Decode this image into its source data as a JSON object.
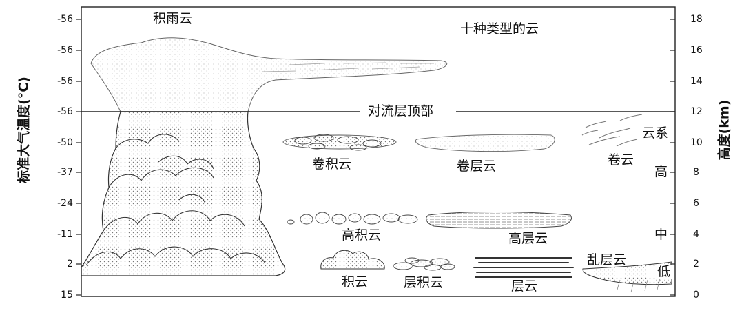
{
  "diagram": {
    "title": "十种类型的云",
    "tropopause_label": "对流层顶部",
    "left_axis": {
      "title": "标准大气温度(°C)",
      "ticks": [
        "-56",
        "-56",
        "-56",
        "-56",
        "-50",
        "-37",
        "-24",
        "-11",
        "2",
        "15"
      ]
    },
    "right_axis": {
      "title": "高度(km)",
      "ticks": [
        "18",
        "16",
        "14",
        "12",
        "10",
        "8",
        "6",
        "4",
        "2",
        "0"
      ]
    },
    "clouds": {
      "cumulonimbus": "积雨云",
      "cirrocumulus": "卷积云",
      "cirrostratus": "卷层云",
      "cirrus": "卷云",
      "altocumulus": "高积云",
      "altostratus": "高层云",
      "cumulus": "积云",
      "stratocumulus": "层积云",
      "stratus": "层云",
      "nimbostratus": "乱层云"
    },
    "levels": {
      "cloud_family": "云系",
      "high": "高",
      "middle": "中",
      "low": "低"
    }
  }
}
